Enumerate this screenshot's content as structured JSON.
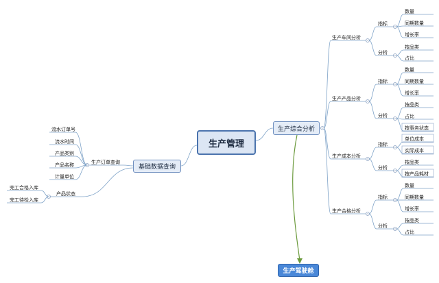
{
  "root": "生产管理",
  "left_branch": {
    "label": "基础数据查询",
    "children": [
      {
        "label": "生产订单查询",
        "children": [
          "流水订单号",
          "流水时间",
          "产品类别",
          "产品名称",
          "计量单位"
        ]
      },
      {
        "label": "产品状态",
        "children": [
          "完工合格入库",
          "完工待检入库"
        ]
      }
    ]
  },
  "right_branch": {
    "label": "生产综合分析",
    "children": [
      {
        "label": "生产车间分析",
        "indicator": {
          "label": "指标",
          "items": [
            "数量",
            "同期数量",
            "增长率"
          ]
        },
        "analysis": {
          "label": "分析",
          "items": [
            "按品类",
            "占比"
          ]
        }
      },
      {
        "label": "生产产品分析",
        "indicator": {
          "label": "指标",
          "items": [
            "数量",
            "同期数量",
            "增长率"
          ]
        },
        "analysis": {
          "label": "分析",
          "items": [
            "按品类",
            "占比",
            "按事务状态"
          ]
        }
      },
      {
        "label": "生产成本分析",
        "indicator": {
          "label": "指标",
          "items": [
            "单位成本",
            "实际成本"
          ]
        },
        "analysis": {
          "label": "分析",
          "items": [
            "按品类",
            "按产品耗材"
          ]
        }
      },
      {
        "label": "生产合格分析",
        "indicator": {
          "label": "指标",
          "items": [
            "数量",
            "同期数量",
            "增长率"
          ]
        },
        "analysis": {
          "label": "分析",
          "items": [
            "按品类",
            "占比"
          ]
        }
      }
    ]
  },
  "bottom_node": "生产驾驶舱",
  "colors": {
    "line": "#7fa3c8",
    "arrow": "#6b9a3c",
    "root_border": "#4a73ad",
    "drive_fill": "#4a88d8"
  }
}
